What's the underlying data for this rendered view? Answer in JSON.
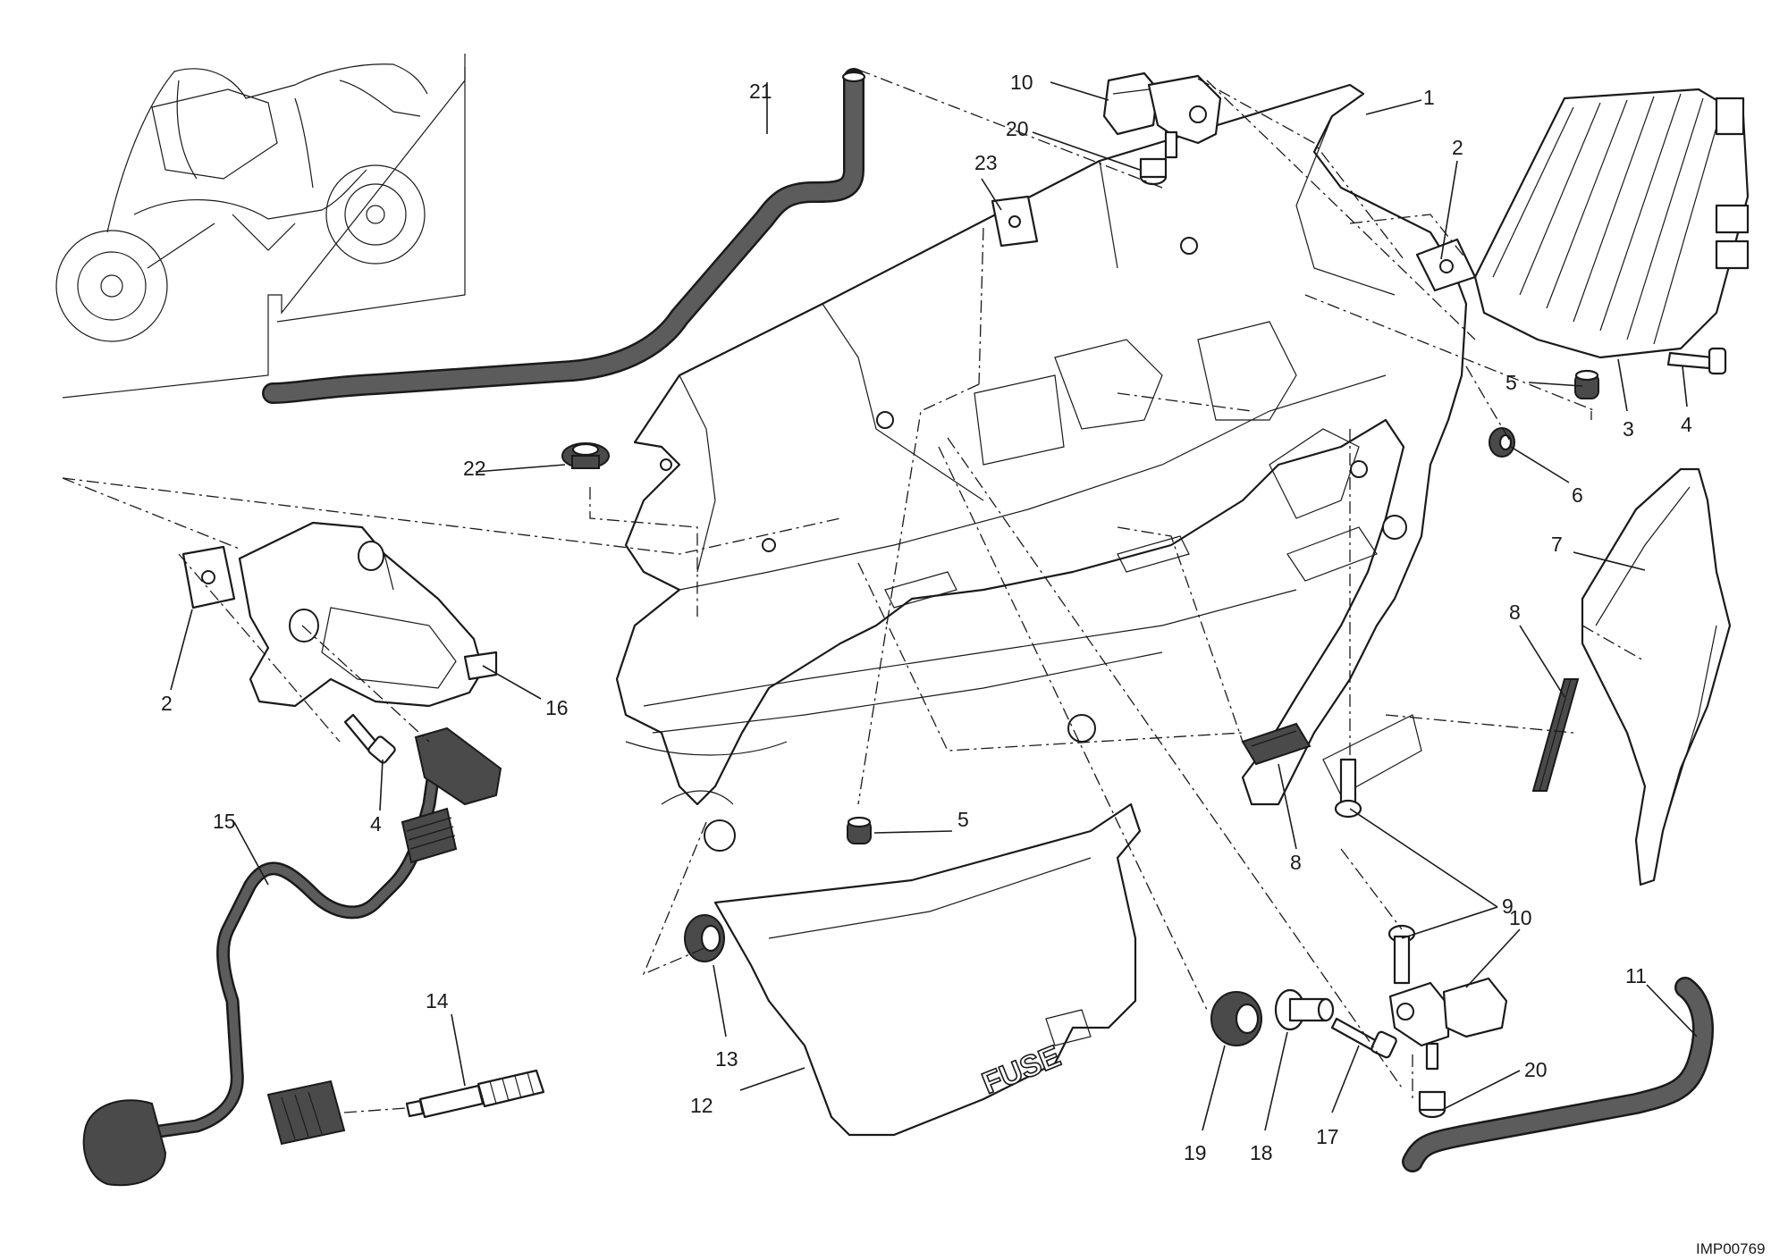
{
  "figure": {
    "code": "IMP00769",
    "cover_text": "FUSE"
  },
  "callouts": [
    {
      "id": "c1",
      "label": "1"
    },
    {
      "id": "c2a",
      "label": "2"
    },
    {
      "id": "c2b",
      "label": "2"
    },
    {
      "id": "c3",
      "label": "3"
    },
    {
      "id": "c4a",
      "label": "4"
    },
    {
      "id": "c4b",
      "label": "4"
    },
    {
      "id": "c5a",
      "label": "5"
    },
    {
      "id": "c5b",
      "label": "5"
    },
    {
      "id": "c6",
      "label": "6"
    },
    {
      "id": "c7",
      "label": "7"
    },
    {
      "id": "c8a",
      "label": "8"
    },
    {
      "id": "c8b",
      "label": "8"
    },
    {
      "id": "c9",
      "label": "9"
    },
    {
      "id": "c10a",
      "label": "10"
    },
    {
      "id": "c10b",
      "label": "10"
    },
    {
      "id": "c11",
      "label": "11"
    },
    {
      "id": "c12",
      "label": "12"
    },
    {
      "id": "c13",
      "label": "13"
    },
    {
      "id": "c14",
      "label": "14"
    },
    {
      "id": "c15",
      "label": "15"
    },
    {
      "id": "c16",
      "label": "16"
    },
    {
      "id": "c17",
      "label": "17"
    },
    {
      "id": "c18",
      "label": "18"
    },
    {
      "id": "c19",
      "label": "19"
    },
    {
      "id": "c20a",
      "label": "20"
    },
    {
      "id": "c20b",
      "label": "20"
    },
    {
      "id": "c21",
      "label": "21"
    },
    {
      "id": "c22",
      "label": "22"
    },
    {
      "id": "c23",
      "label": "23"
    }
  ]
}
